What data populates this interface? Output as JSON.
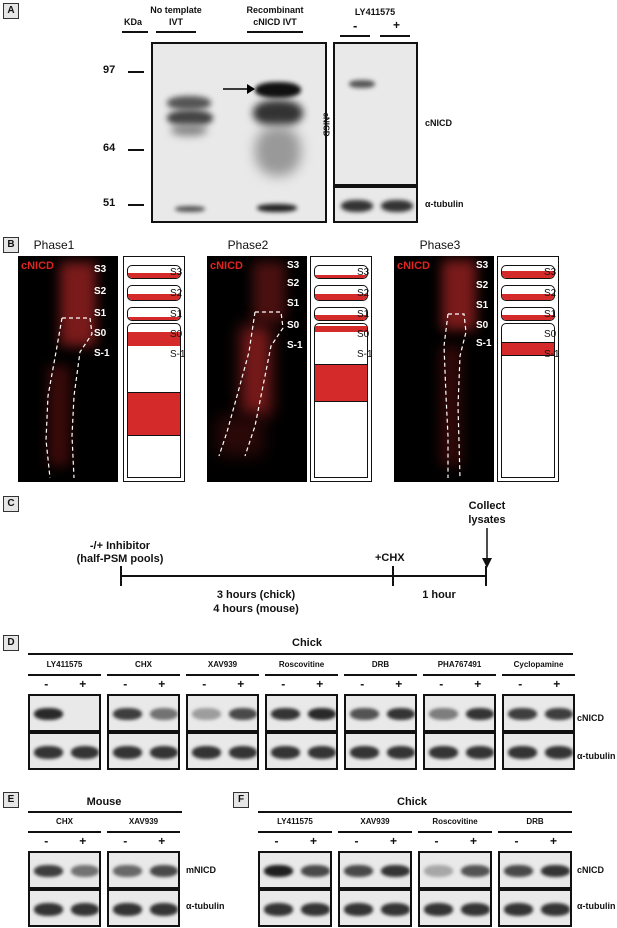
{
  "panels": {
    "A": "A",
    "B": "B",
    "C": "C",
    "D": "D",
    "E": "E",
    "F": "F"
  },
  "colors": {
    "stain_red": "#e0241f",
    "schematic_red": "#d42a2a",
    "blot_bg": "#e9e9e9"
  },
  "panelA": {
    "kda": "KDa",
    "no_template": "No template",
    "ivt": "IVT",
    "recombinant": "Recombinant",
    "cnicd_ivt": "cNICD IVT",
    "markers": [
      "97",
      "64",
      "51"
    ],
    "rotated_label": "cNICD",
    "ly_label": "LY411575",
    "minus": "-",
    "plus": "+",
    "cnicd": "cNICD",
    "tubulin": "α-tubulin"
  },
  "panelB": {
    "phases": [
      "Phase1",
      "Phase2",
      "Phase3"
    ],
    "stain": "cNICD",
    "segments": [
      "S3",
      "S2",
      "S1",
      "S0",
      "S-1"
    ]
  },
  "panelC": {
    "inhibitor": "-/+ Inhibitor",
    "pools": "(half-PSM pools)",
    "chx": "+CHX",
    "collect": "Collect",
    "lysates": "lysates",
    "chick_time": "3 hours (chick)",
    "mouse_time": "4 hours (mouse)",
    "one_hour": "1 hour"
  },
  "panelD": {
    "species": "Chick",
    "drugs": [
      "LY411575",
      "CHX",
      "XAV939",
      "Roscovitine",
      "DRB",
      "PHA767491",
      "Cyclopamine"
    ],
    "minus": "-",
    "plus": "+",
    "cnicd": "cNICD",
    "tubulin": "α-tubulin"
  },
  "panelE": {
    "species": "Mouse",
    "drugs": [
      "CHX",
      "XAV939"
    ],
    "minus": "-",
    "plus": "+",
    "mnicd": "mNICD",
    "tubulin": "α-tubulin"
  },
  "panelF": {
    "species": "Chick",
    "drugs": [
      "LY411575",
      "XAV939",
      "Roscovitine",
      "DRB"
    ],
    "minus": "-",
    "plus": "+",
    "cnicd": "cNICD",
    "tubulin": "α-tubulin"
  }
}
